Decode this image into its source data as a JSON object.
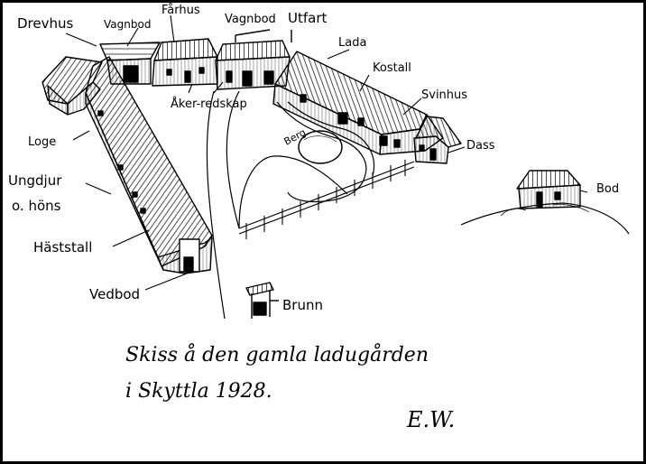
{
  "labels": {
    "drevhus": "Drevhus",
    "vagnbod_left": "Vagnbod",
    "farhus": "Fårhus",
    "vagnbod_right": "Vagnbod",
    "utfart": "Utfart",
    "lada": "Lada",
    "kostall": "Kostall",
    "svinhus": "Svinhus",
    "dass": "Dass",
    "bod": "Bod",
    "loge": "Loge",
    "ungdjur_line1": "Ungdjur",
    "ungdjur_line2": "o. höns",
    "haststall": "Häststall",
    "vedbod": "Vedbod",
    "akerredskap": "Åker-redskap",
    "berg": "Berg",
    "brunn": "Brunn"
  },
  "caption": {
    "line1": "Skiss å den gamla ladugården",
    "line2": "i Skyttla 1928."
  },
  "signature": "E.W."
}
